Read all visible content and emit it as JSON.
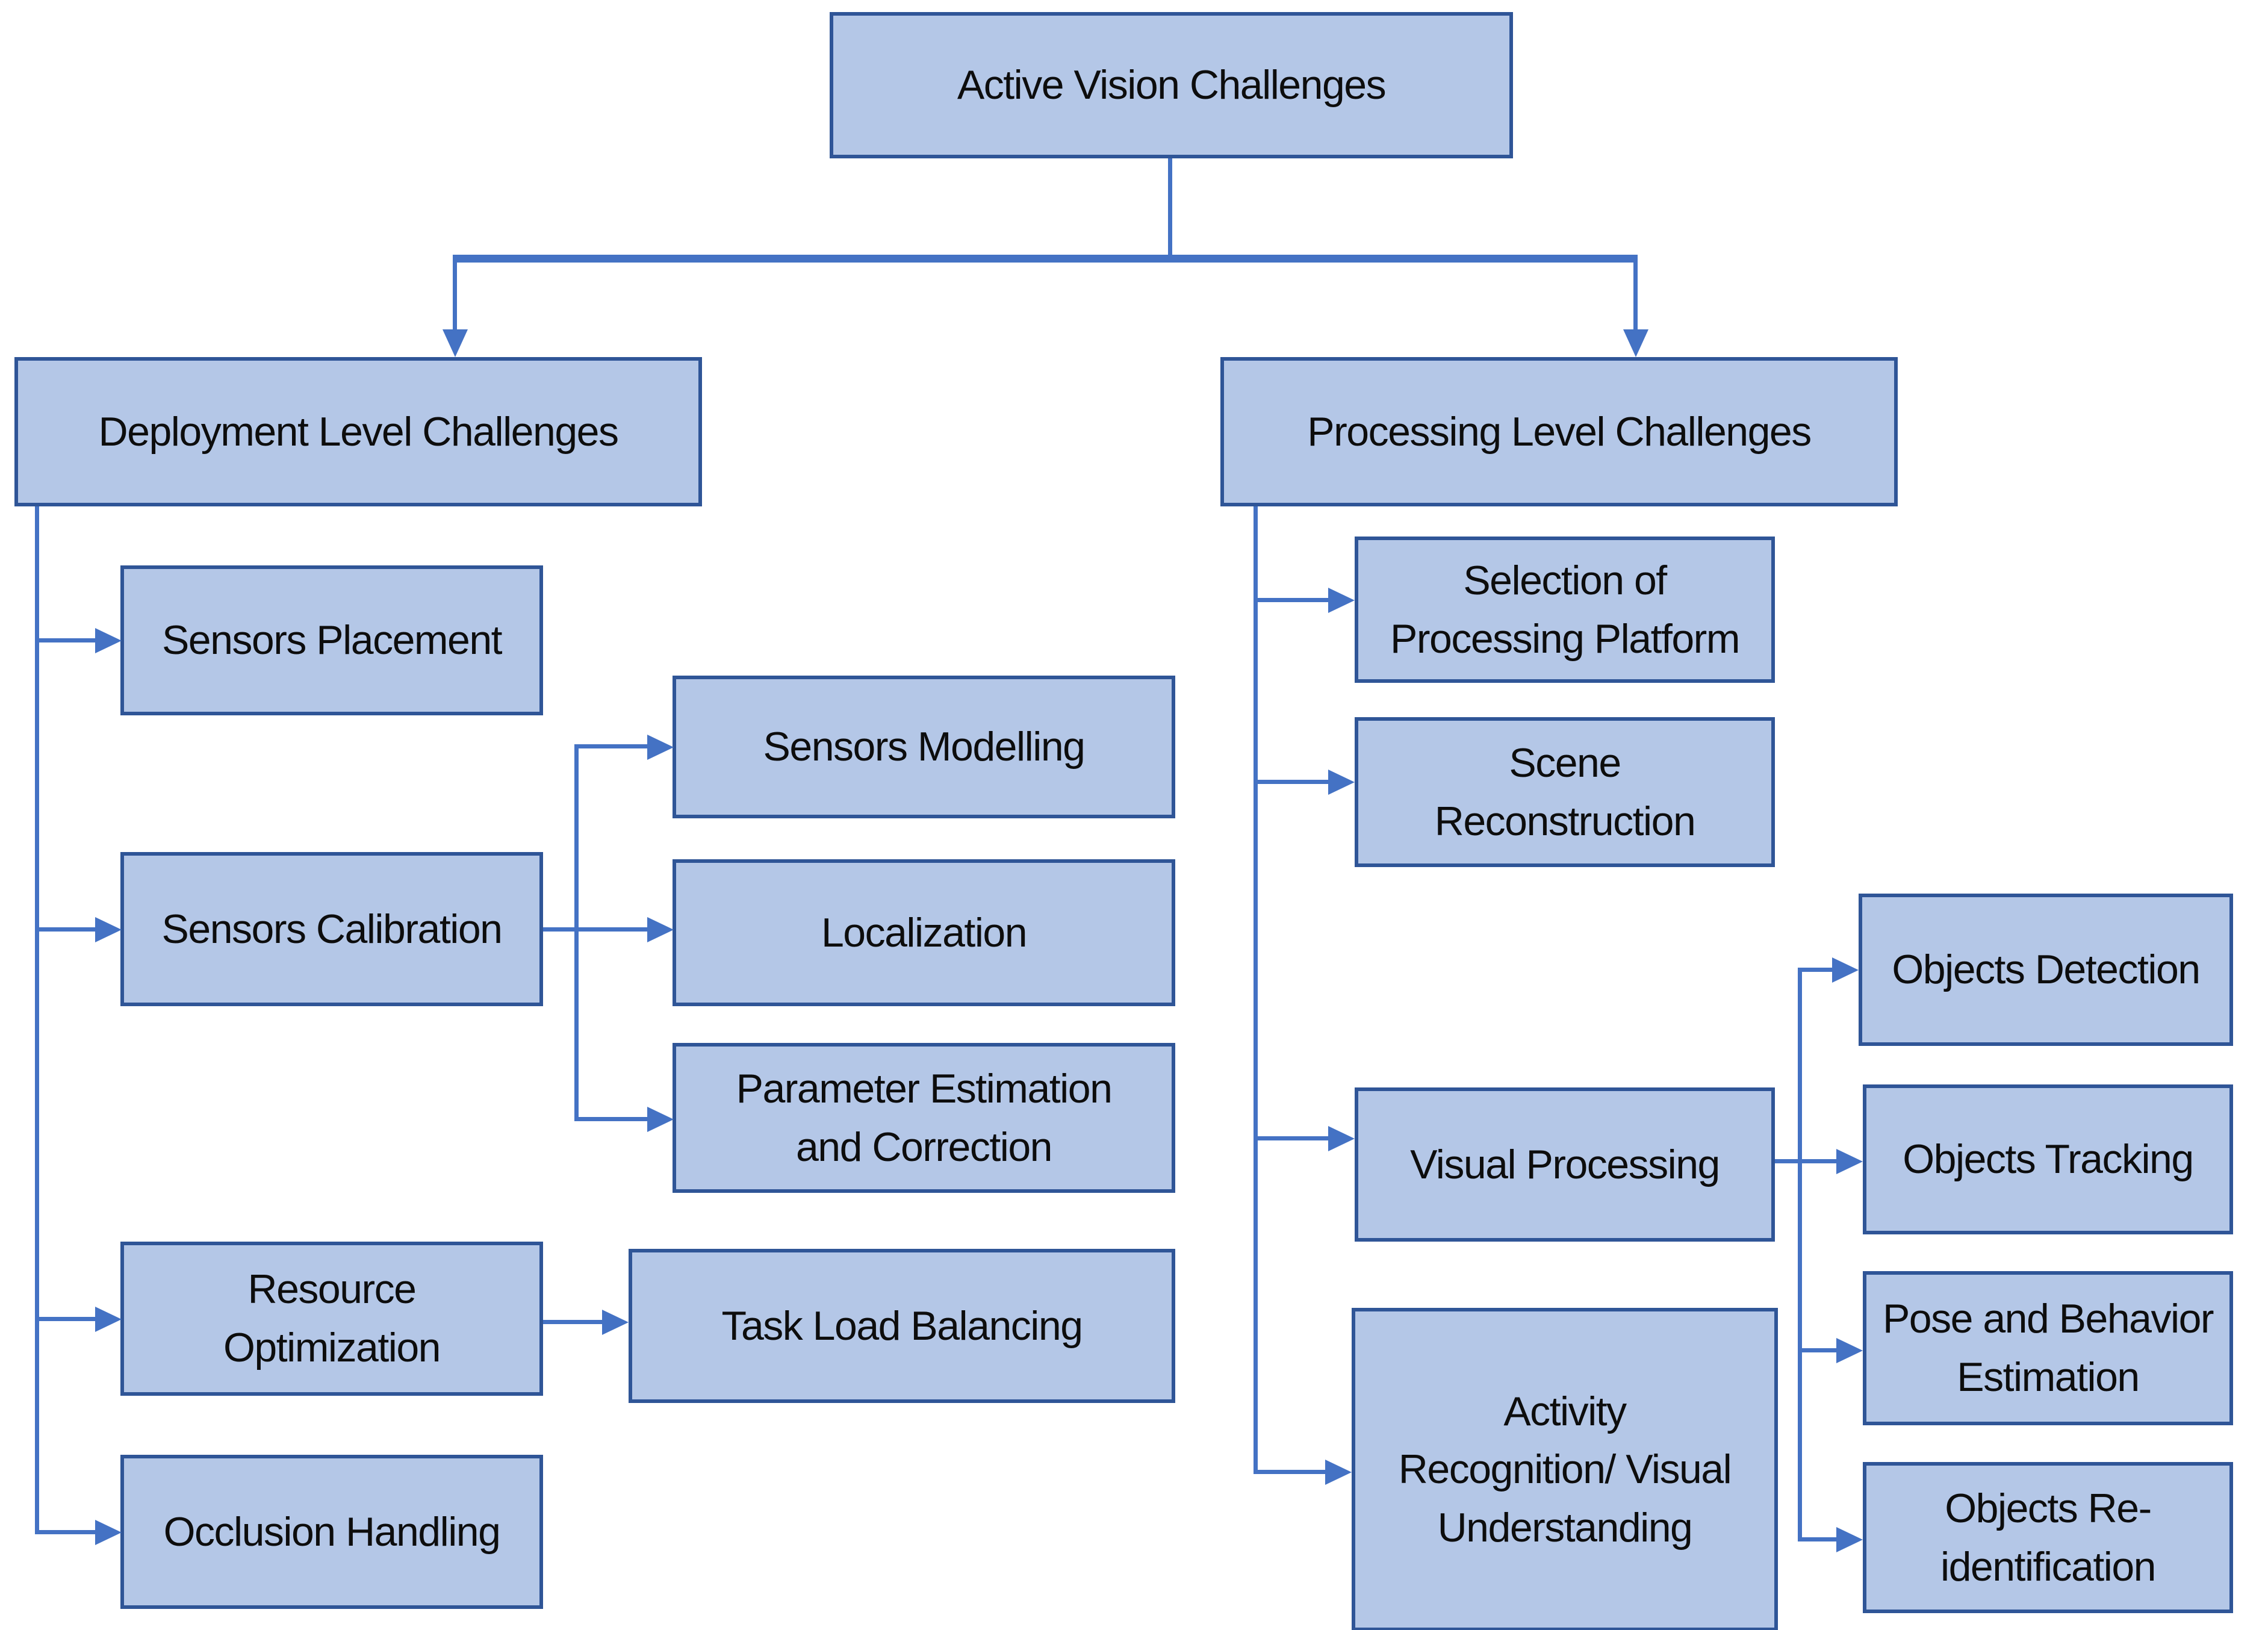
{
  "diagram": {
    "title": "Active Vision Challenges",
    "root": {
      "label": "Active Vision Challenges"
    },
    "branches": [
      {
        "label": "Deployment Level Challenges",
        "children": [
          {
            "label": "Sensors Placement"
          },
          {
            "label": "Sensors Calibration",
            "children": [
              {
                "label": "Sensors Modelling"
              },
              {
                "label": "Localization"
              },
              {
                "label": "Parameter Estimation\nand Correction"
              }
            ]
          },
          {
            "label": "Resource\nOptimization",
            "children": [
              {
                "label": "Task Load Balancing"
              }
            ]
          },
          {
            "label": "Occlusion Handling"
          }
        ]
      },
      {
        "label": "Processing Level Challenges",
        "children": [
          {
            "label": "Selection of\nProcessing Platform"
          },
          {
            "label": "Scene\nReconstruction"
          },
          {
            "label": "Visual Processing",
            "children": [
              {
                "label": "Objects Detection"
              },
              {
                "label": "Objects Tracking"
              },
              {
                "label": "Pose and Behavior\nEstimation"
              },
              {
                "label": "Objects Re-\nidentification"
              }
            ]
          },
          {
            "label": "Activity\nRecognition/ Visual\nUnderstanding"
          }
        ]
      }
    ]
  },
  "colors": {
    "box_fill": "#b4c7e7",
    "box_border": "#2f5597",
    "connector": "#4472c4",
    "text": "#0d0d0d"
  }
}
